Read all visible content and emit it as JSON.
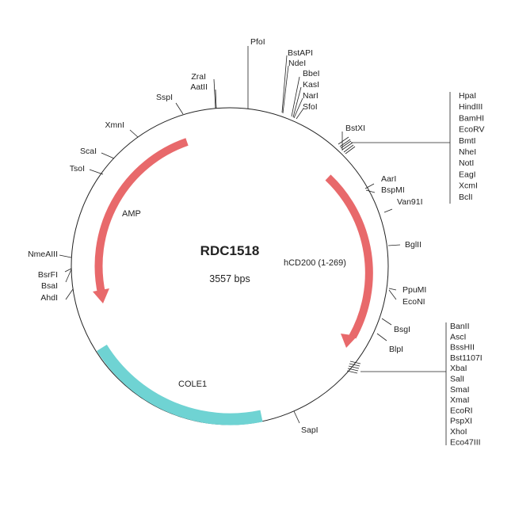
{
  "plasmid": {
    "name": "RDC1518",
    "size_label": "3557 bps"
  },
  "features": [
    {
      "name": "AMP",
      "color": "#e8696b",
      "type": "arrow"
    },
    {
      "name": "hCD200 (1-269)",
      "color": "#e8696b",
      "type": "arrow"
    },
    {
      "name": "COLE1",
      "color": "#6fd3d3",
      "type": "block"
    }
  ],
  "sites": [
    "PfoI",
    "BstAPI",
    "NdeI",
    "BbeI",
    "KasI",
    "NarI",
    "SfoI",
    "ZraI",
    "AatII",
    "SspI",
    "XmnI",
    "ScaI",
    "TsoI",
    "BstXI",
    "AarI",
    "BspMI",
    "Van91I",
    "BglII",
    "PpuMI",
    "EcoNI",
    "BsgI",
    "BlpI",
    "NmeAIII",
    "BsrFI",
    "BsaI",
    "AhdI",
    "SapI"
  ],
  "mcs_top": [
    "HpaI",
    "HindIII",
    "BamHI",
    "EcoRV",
    "BmtI",
    "NheI",
    "NotI",
    "EagI",
    "XcmI",
    "BclI"
  ],
  "mcs_bottom": [
    "BanII",
    "AscI",
    "BssHII",
    "Bst1107I",
    "XbaI",
    "SalI",
    "SmaI",
    "XmaI",
    "EcoRI",
    "PspXI",
    "XhoI",
    "Eco47III"
  ]
}
